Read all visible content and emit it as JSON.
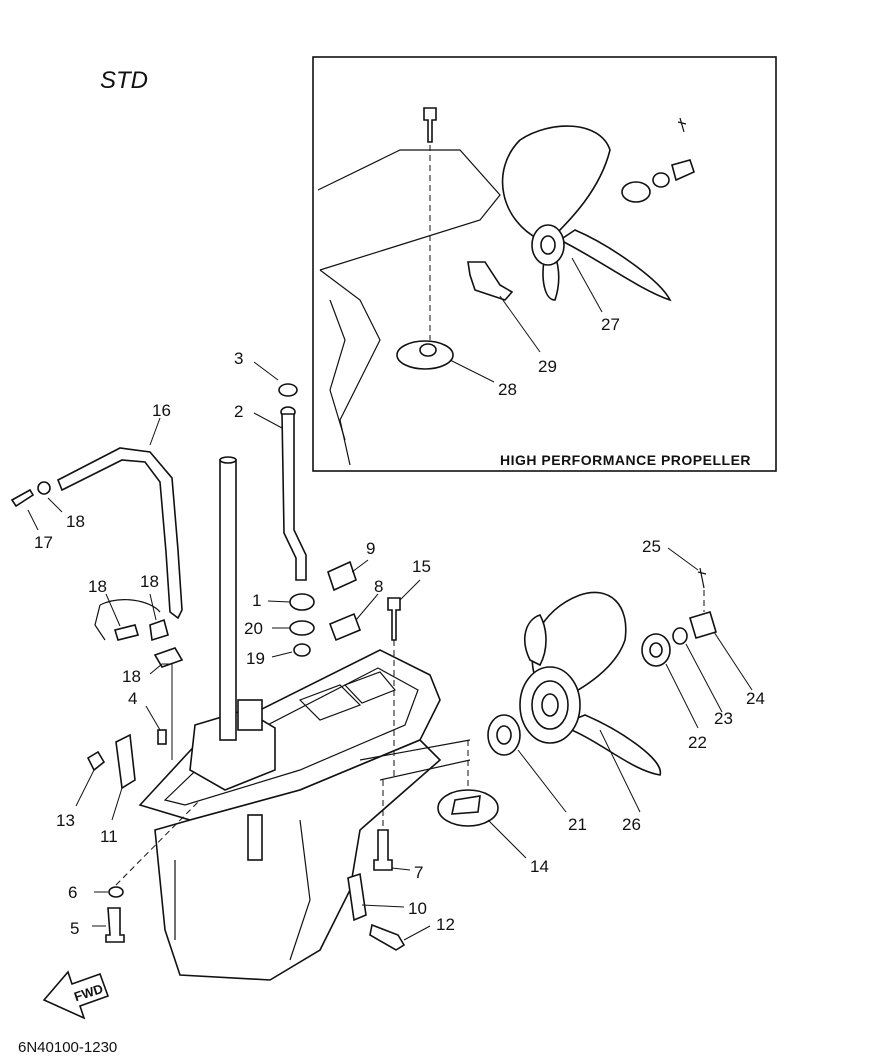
{
  "title": "STD",
  "inset_caption": "HIGH PERFORMANCE PROPELLER",
  "figure_code": "6N40100-1230",
  "fwd_label": "FWD",
  "callouts": {
    "c1": "1",
    "c2": "2",
    "c3": "3",
    "c4": "4",
    "c5": "5",
    "c6": "6",
    "c7": "7",
    "c8": "8",
    "c9": "9",
    "c10": "10",
    "c11": "11",
    "c12": "12",
    "c13": "13",
    "c14": "14",
    "c15": "15",
    "c16": "16",
    "c17": "17",
    "c18a": "18",
    "c18b": "18",
    "c18c": "18",
    "c18d": "18",
    "c19": "19",
    "c20": "20",
    "c21": "21",
    "c22": "22",
    "c23": "23",
    "c24": "24",
    "c25": "25",
    "c26": "26",
    "c27": "27",
    "c28": "28",
    "c29": "29"
  }
}
